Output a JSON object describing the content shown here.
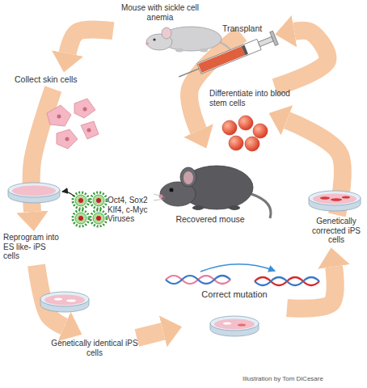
{
  "diagram": {
    "nodes": [
      {
        "text": [
          "Mouse with sickle cell anemia"
        ]
      },
      {
        "text": [
          "Collect skin cells"
        ]
      },
      {
        "text": [
          "Reprogram into ES like- iPS cells"
        ]
      },
      {
        "text": [
          "Genetically identical iPS cells"
        ]
      },
      {
        "text": [
          "Correct mutation"
        ]
      },
      {
        "text": [
          "Genetically corrected iPS cells"
        ]
      },
      {
        "text": [
          "Differentiate into blood stem cells"
        ]
      },
      {
        "text": [
          "Transplant"
        ]
      },
      {
        "text": [
          "Recovered mouse"
        ]
      }
    ],
    "edges": [
      {
        "from": 0,
        "to": 1,
        "arrow": "to"
      },
      {
        "from": 1,
        "to": 2,
        "arrow": "to"
      },
      {
        "from": 2,
        "to": 3,
        "arrow": "to"
      },
      {
        "from": 3,
        "to": 4,
        "arrow": "to"
      },
      {
        "from": 4,
        "to": 5,
        "arrow": "to"
      },
      {
        "from": 5,
        "to": 6,
        "arrow": "to"
      },
      {
        "from": 6,
        "to": 7,
        "arrow": "to"
      },
      {
        "from": 7,
        "to": 8,
        "arrow": "to"
      }
    ],
    "labels": [
      "Oct4, Sox2 Klf4, c-Myc Viruses",
      "Illustration by Tom DiCesare"
    ]
  }
}
